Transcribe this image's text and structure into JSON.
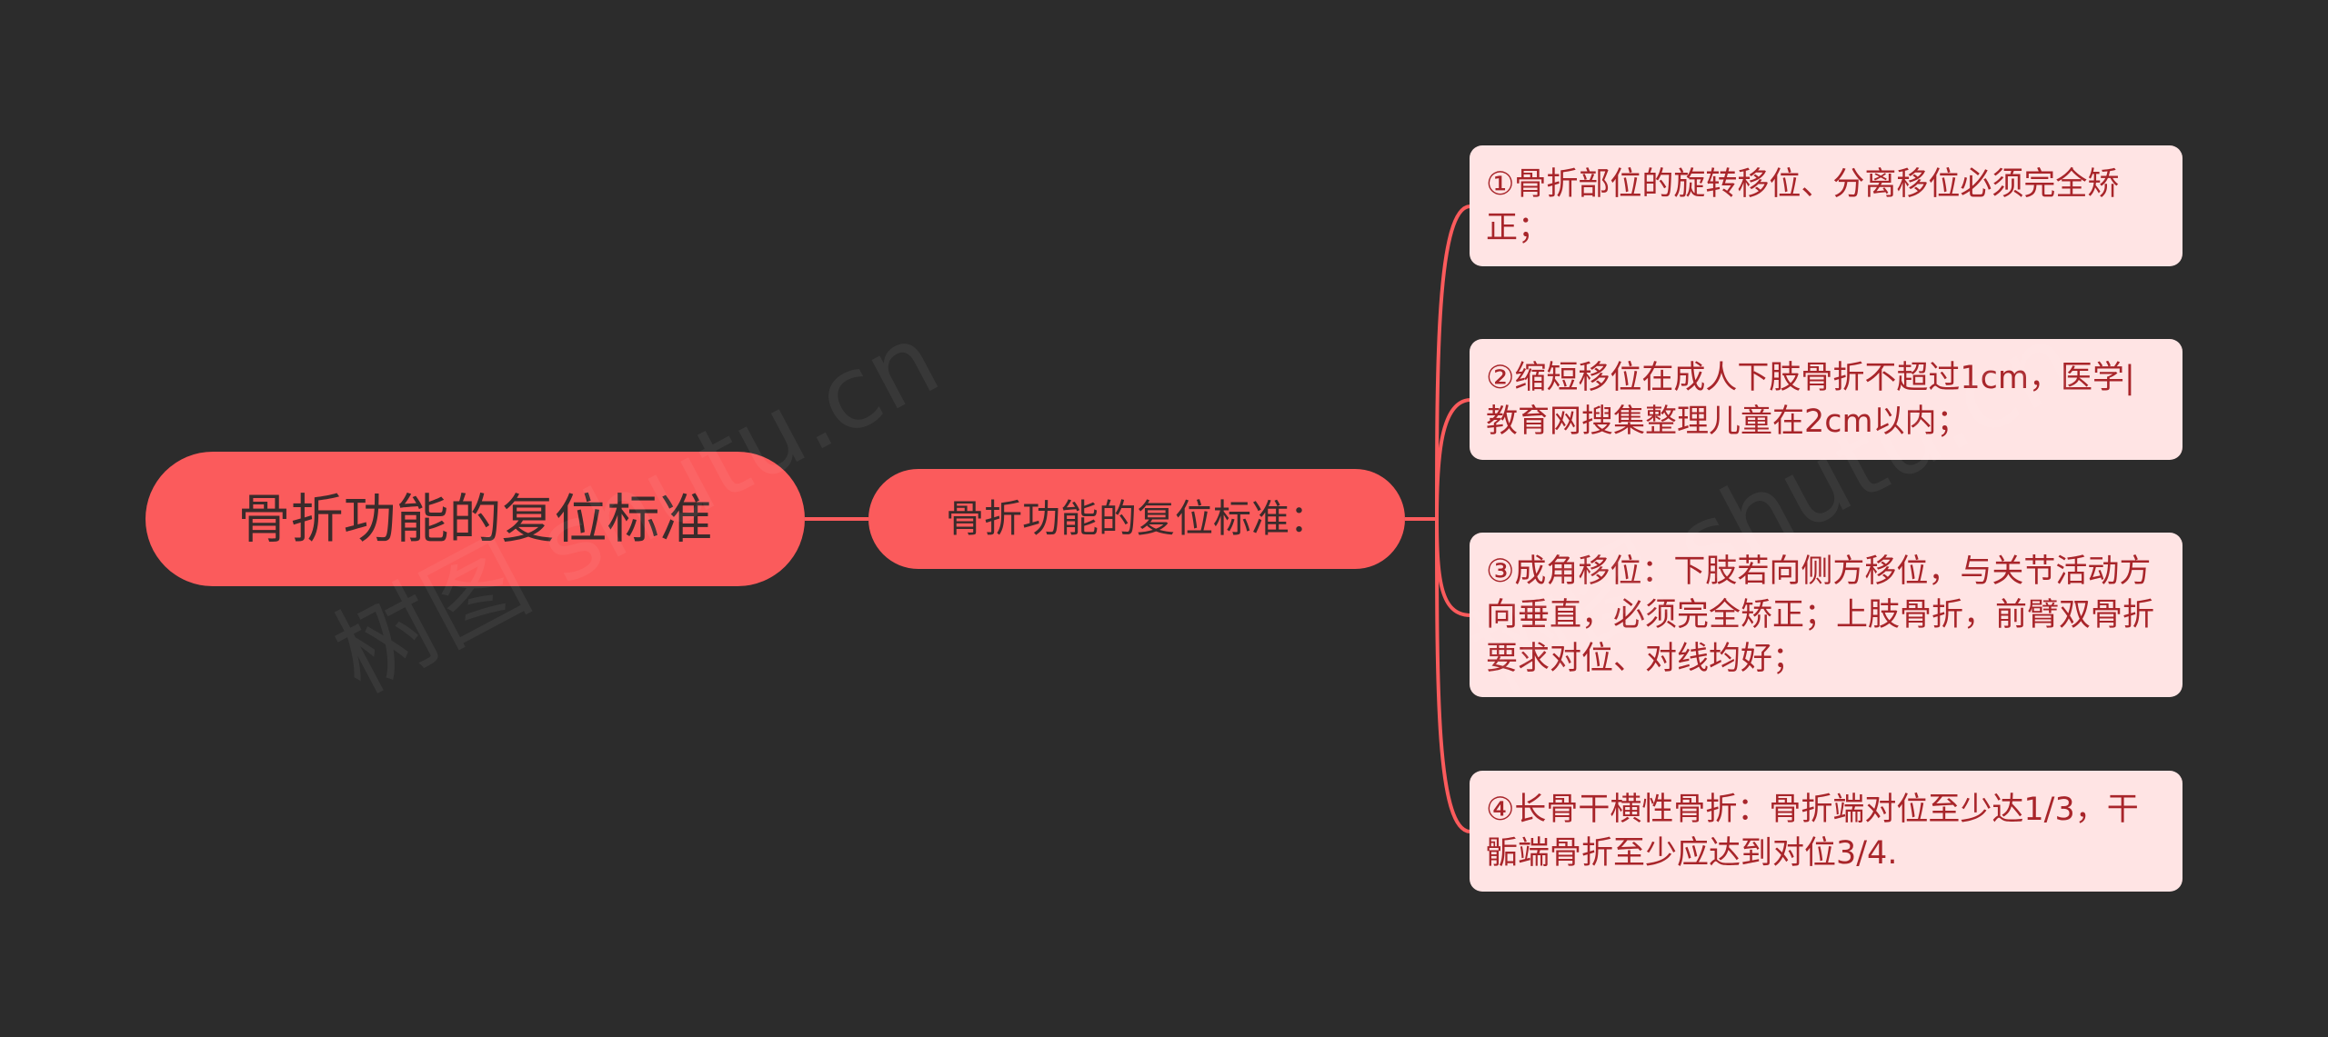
{
  "colors": {
    "background": "#2c2c2c",
    "node_fill": "#fb5b5c",
    "node_text": "#3a2b2b",
    "leaf_fill": "#ffe4e4",
    "leaf_text": "#a8252a",
    "connector": "#fb5b5c"
  },
  "root": {
    "label": "骨折功能的复位标准"
  },
  "branch": {
    "label": "骨折功能的复位标准："
  },
  "leaves": [
    {
      "label": "①骨折部位的旋转移位、分离移位必须完全矫正；"
    },
    {
      "label": "②缩短移位在成人下肢骨折不超过1cm，医学|教育网搜集整理儿童在2cm以内；"
    },
    {
      "label": "③成角移位：下肢若向侧方移位，与关节活动方向垂直，必须完全矫正；上肢骨折，前臂双骨折要求对位、对线均好；"
    },
    {
      "label": "④长骨干横性骨折：骨折端对位至少达1/3，干骺端骨折至少应达到对位3/4."
    }
  ],
  "watermark": {
    "text": "树图 shutu.cn"
  }
}
